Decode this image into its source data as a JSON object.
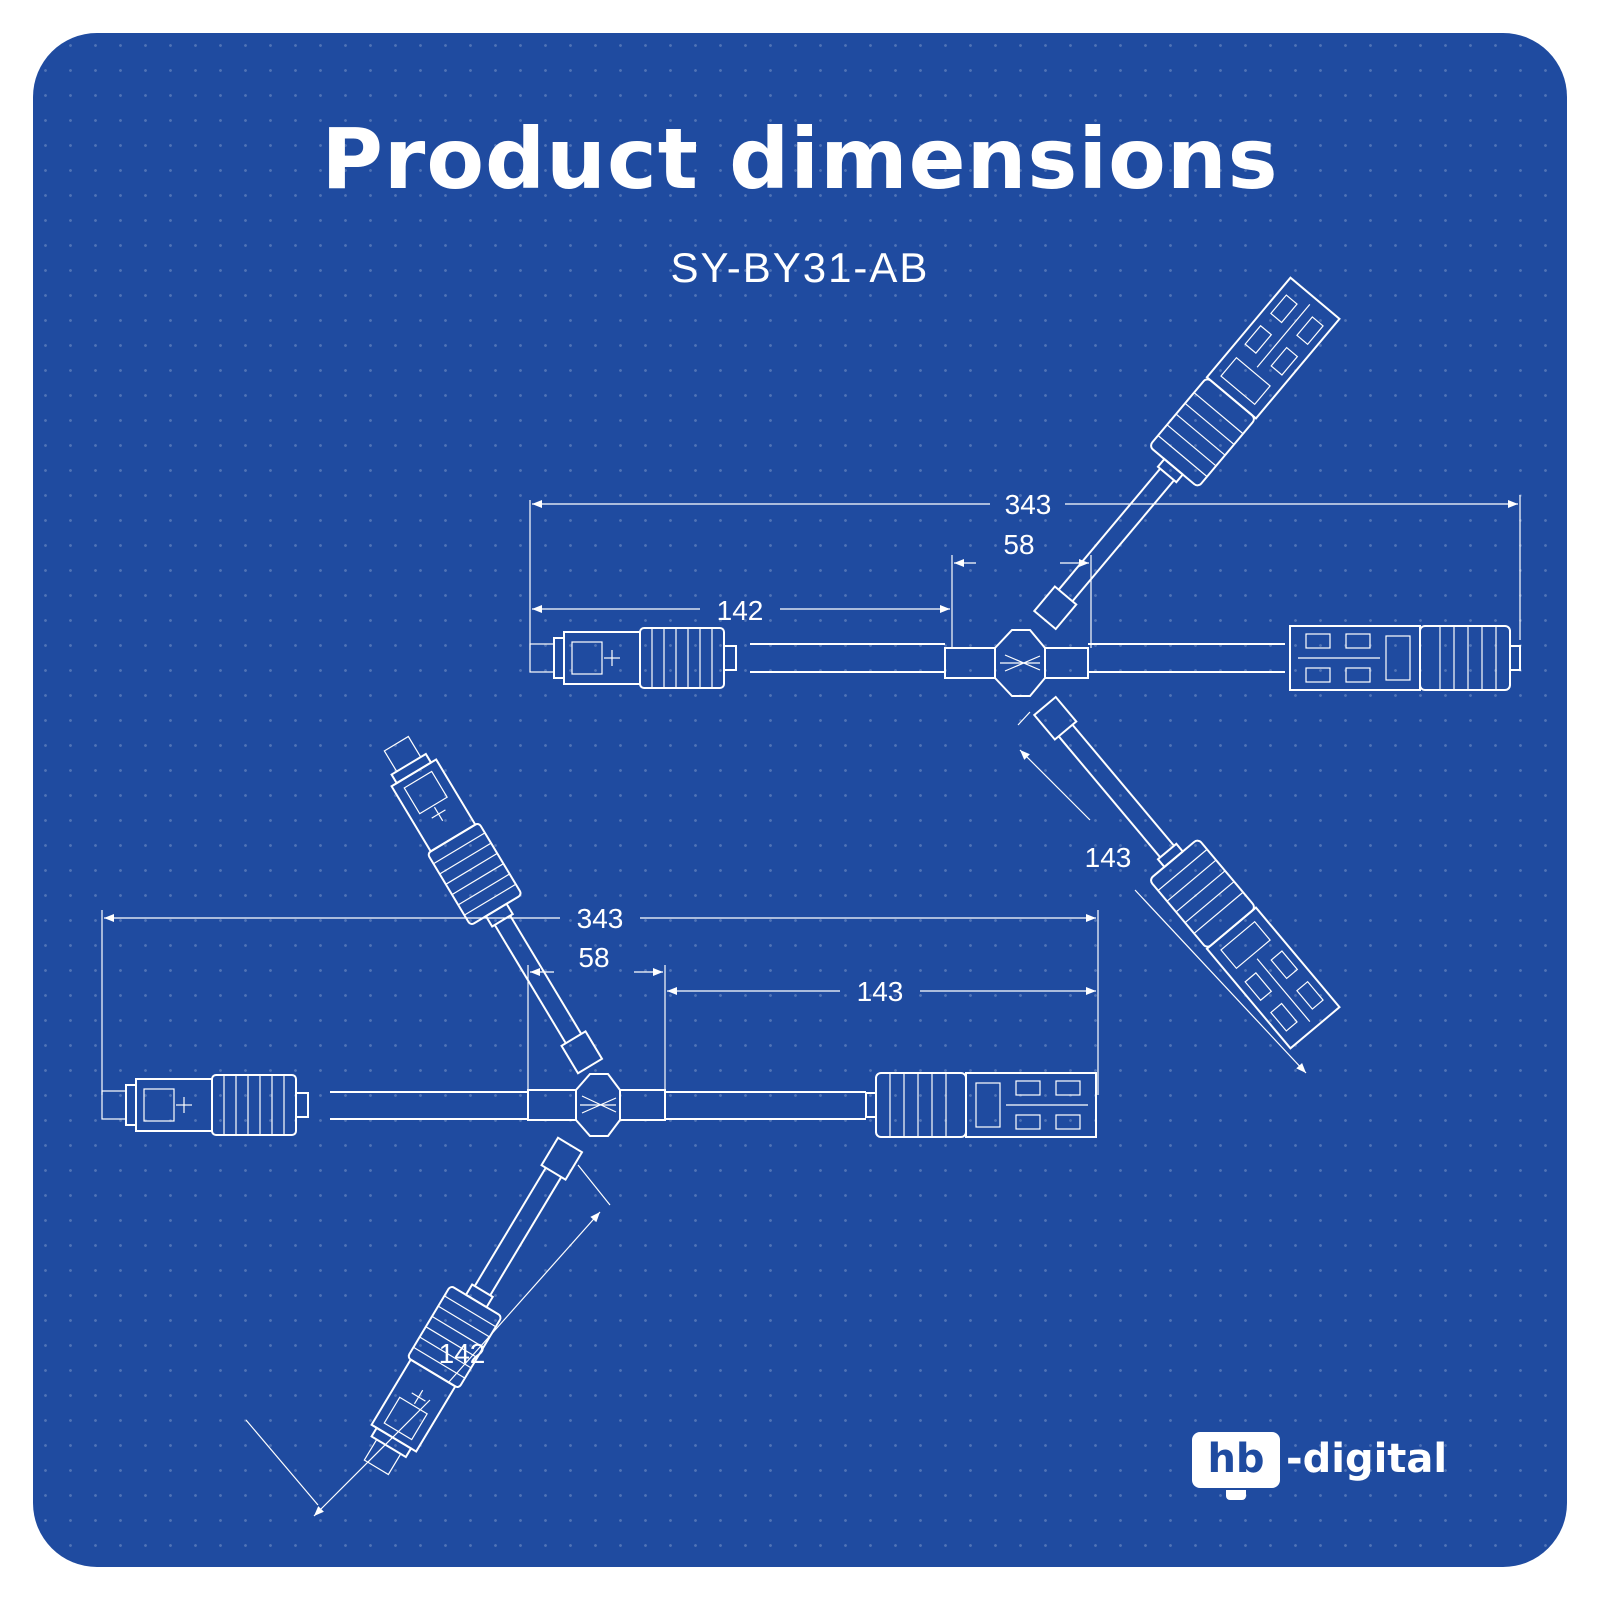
{
  "header": {
    "title": "Product dimensions",
    "subtitle": "SY-BY31-AB"
  },
  "diagram_top": {
    "dim_total": "343",
    "dim_y_body": "58",
    "dim_left_branch": "142",
    "dim_lower_branch": "143"
  },
  "diagram_bottom": {
    "dim_total": "343",
    "dim_y_body": "58",
    "dim_right_branch": "143",
    "dim_lower_branch": "142"
  },
  "logo": {
    "box_text": "hb",
    "rest_text": "-digital"
  },
  "colors": {
    "background": "#1f4ba0",
    "lines": "#ffffff"
  }
}
